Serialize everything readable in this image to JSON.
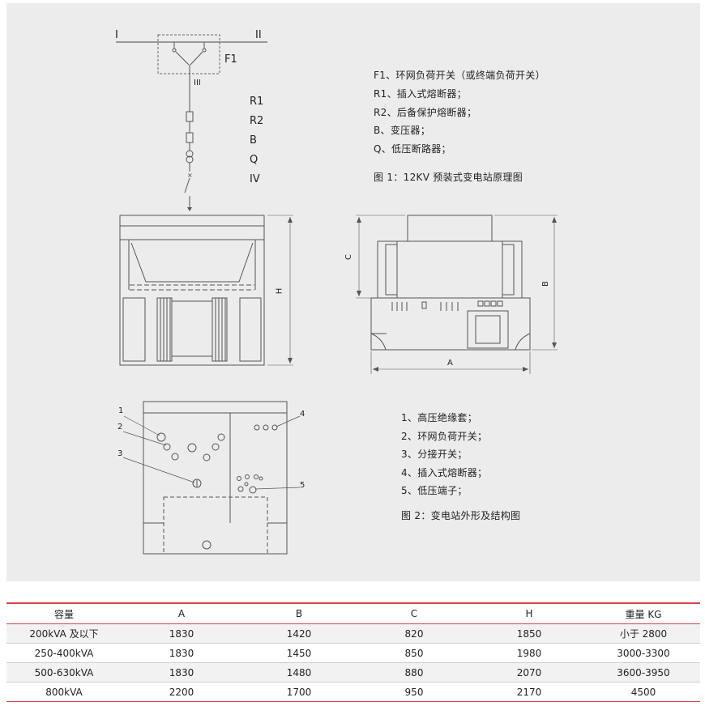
{
  "diagram1": {
    "bus_left": "I",
    "bus_right": "II",
    "f1_tag": "F1",
    "branch_tag": "III",
    "stack_labels": [
      "R1",
      "R2",
      "B",
      "Q",
      "IV"
    ],
    "legend": [
      "F1、环网负荷开关（或终端负荷开关）",
      "R1、插入式熔断器；",
      "R2、后备保护熔断器；",
      "B、变压器；",
      "Q、低压断路器；"
    ],
    "caption": "图 1：12KV 预装式变电站原理图"
  },
  "diagram2": {
    "dim_h": "H",
    "dim_c": "C",
    "dim_b": "B",
    "dim_a": "A",
    "callouts": [
      "1",
      "2",
      "3",
      "4",
      "5"
    ],
    "legend": [
      "1、高压绝缘套；",
      "2、环网负荷开关；",
      "3、分接开关；",
      "4、插入式熔断器；",
      "5、低压端子；"
    ],
    "caption": "图 2：变电站外形及结构图"
  },
  "table": {
    "headers": [
      "容量",
      "A",
      "B",
      "C",
      "H",
      "重量 KG"
    ],
    "rows": [
      [
        "200kVA 及以下",
        "1830",
        "1420",
        "820",
        "1850",
        "小于 2800"
      ],
      [
        "250-400kVA",
        "1830",
        "1450",
        "850",
        "1980",
        "3000-3300"
      ],
      [
        "500-630kVA",
        "1830",
        "1480",
        "880",
        "2070",
        "3600-3950"
      ],
      [
        "800kVA",
        "2200",
        "1700",
        "950",
        "2170",
        "4500"
      ]
    ]
  }
}
